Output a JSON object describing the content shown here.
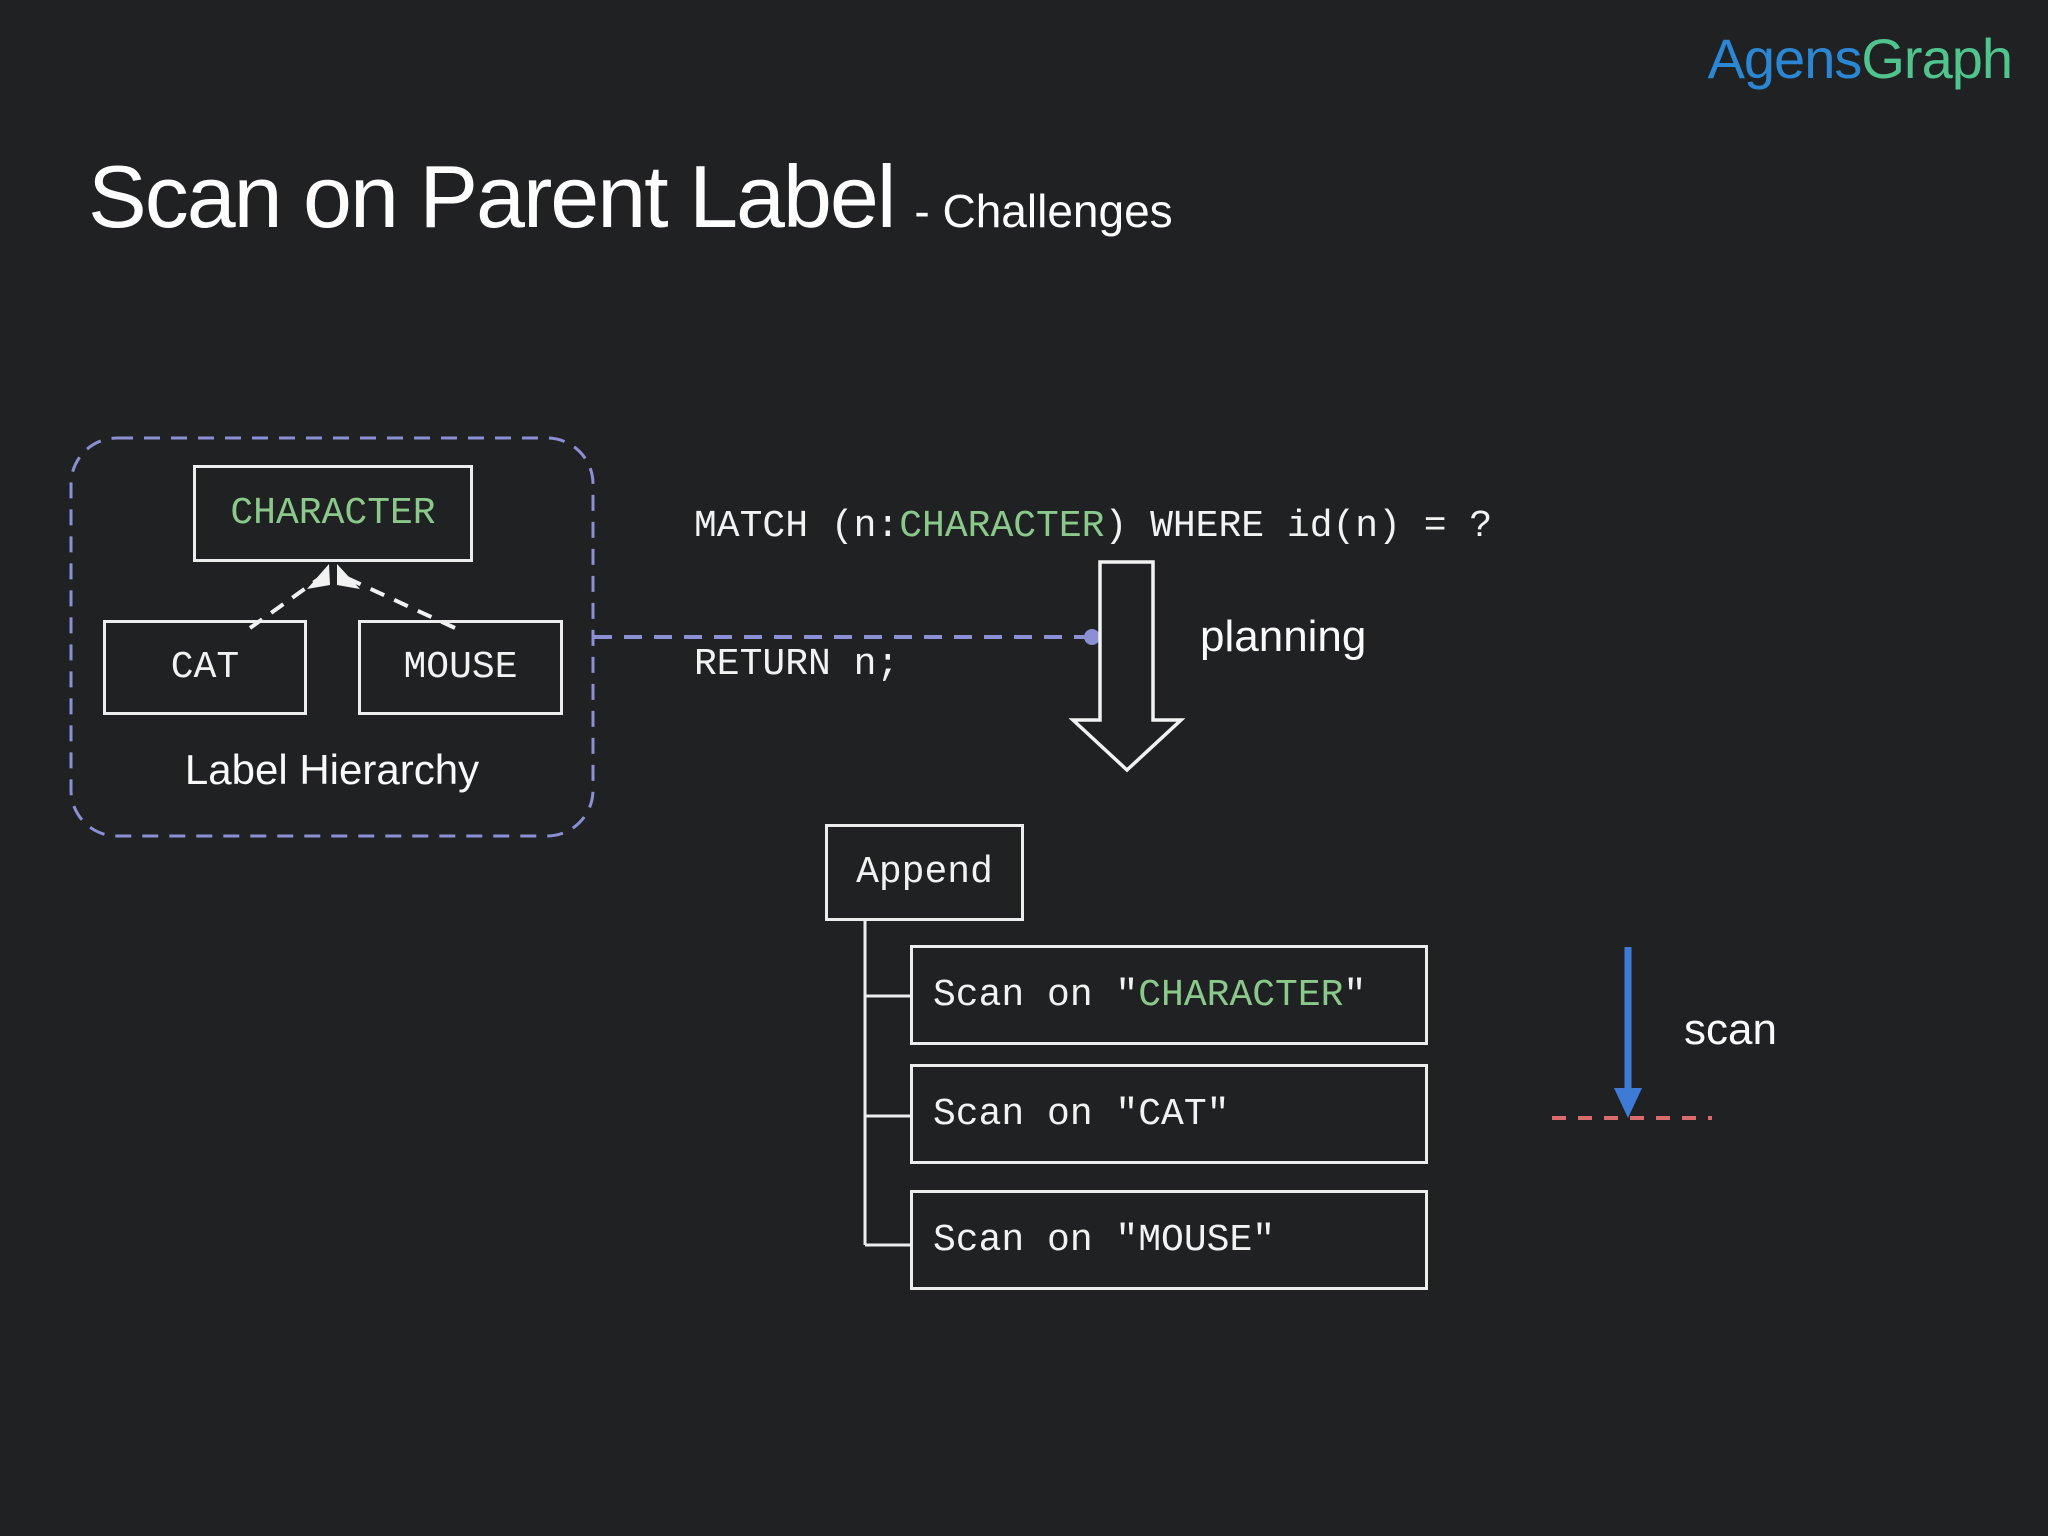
{
  "slide": {
    "logo_agens": "Agens",
    "logo_graph": "Graph",
    "title": "Scan on Parent Label",
    "subtitle": "- Challenges"
  },
  "code": {
    "match_prefix": "MATCH (n:",
    "match_label": "CHARACTER",
    "match_suffix": ") WHERE id(n) = ?",
    "return_line": "RETURN n;"
  },
  "hierarchy": {
    "caption": "Label Hierarchy",
    "parent_label": "CHARACTER",
    "children": [
      "CAT",
      "MOUSE"
    ]
  },
  "plan": {
    "planning_label": "planning",
    "root_label": "Append",
    "steps": [
      {
        "prefix": "Scan on \"",
        "label": "CHARACTER",
        "suffix": "\""
      },
      {
        "prefix": "Scan on \"",
        "label": "CAT",
        "suffix": "\""
      },
      {
        "prefix": "Scan on \"",
        "label": "MOUSE",
        "suffix": "\""
      }
    ],
    "scan_label": "scan"
  },
  "colors": {
    "background": "#202122",
    "text": "#f2f2f2",
    "label_green": "#8bc88b",
    "connector_lavender": "#8b8fd4",
    "arrow_blue": "#3e7bd6",
    "dash_red": "#d96b6b",
    "logo_blue": "#2b87d3",
    "logo_green": "#4fc48f"
  }
}
